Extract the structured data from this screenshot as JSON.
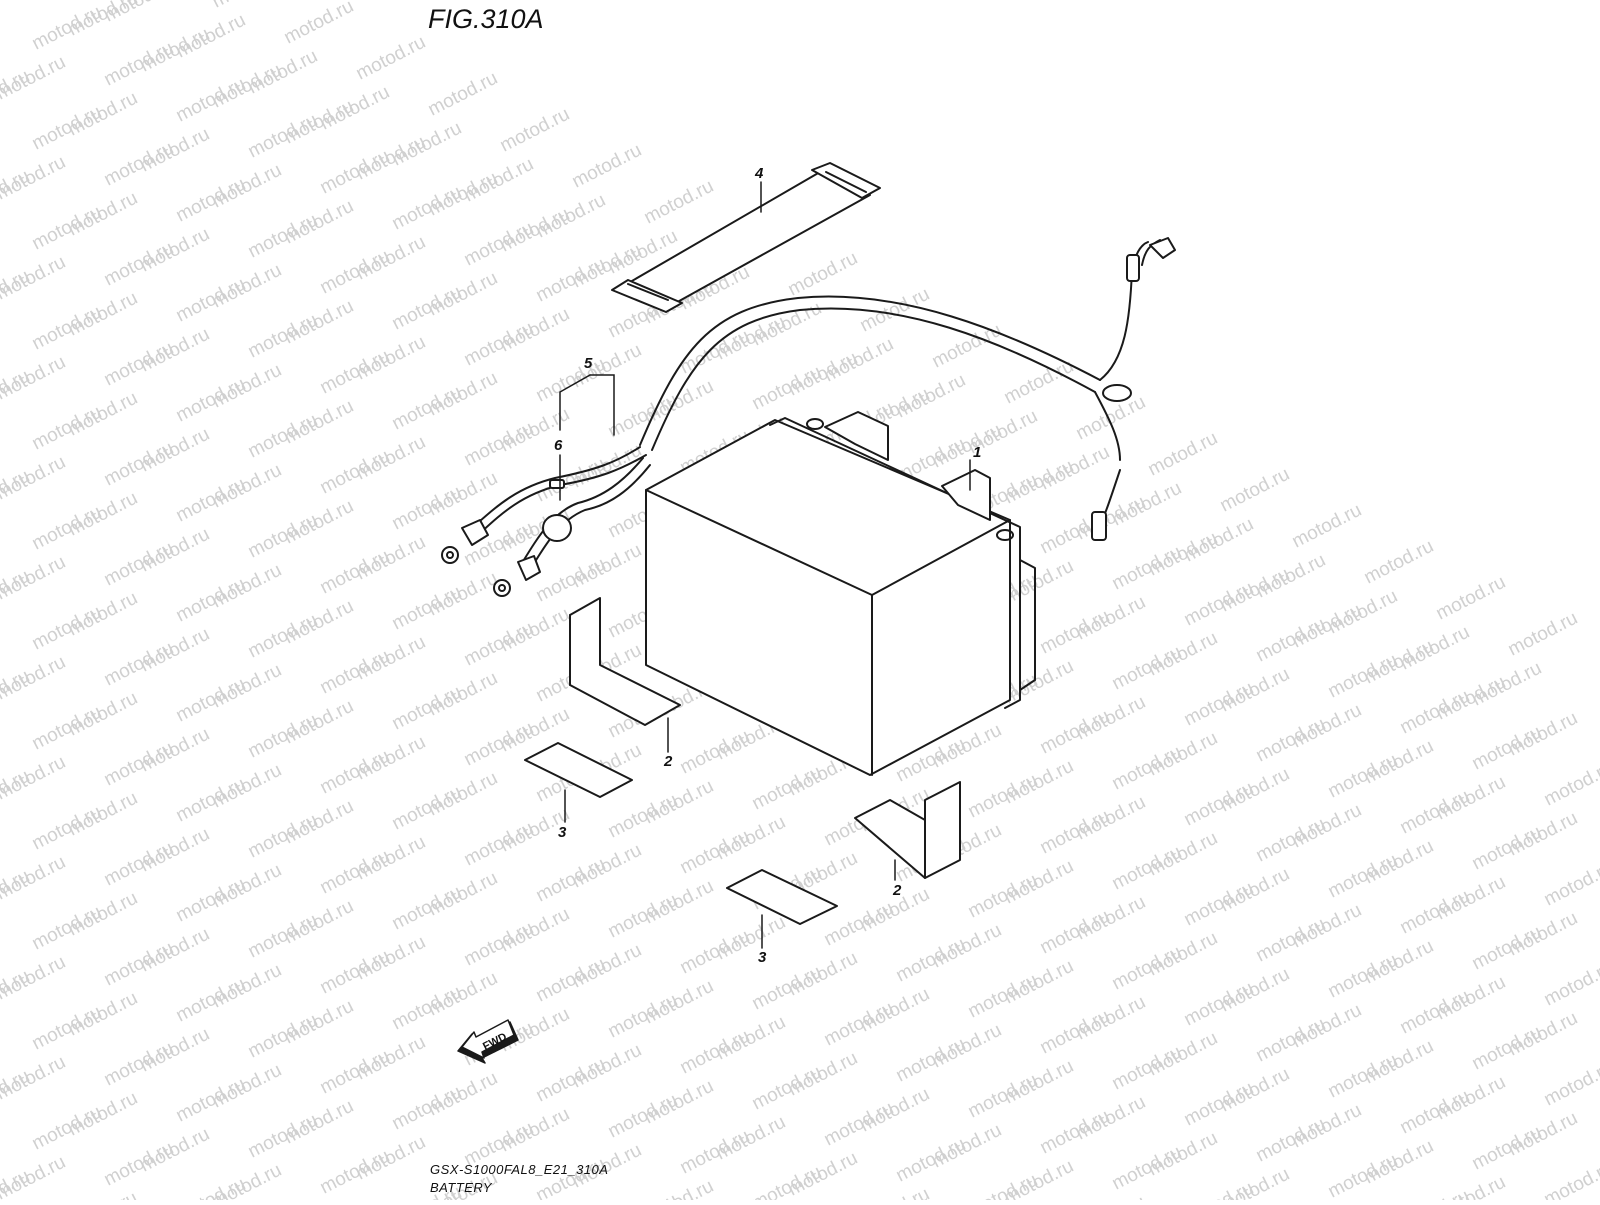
{
  "figure": {
    "title": "FIG.310A",
    "code": "GSX-S1000FAL8_E21_310A",
    "name": "BATTERY"
  },
  "watermark": {
    "text": "motod.ru"
  },
  "direction_arrow": {
    "label": "FWD"
  },
  "callouts": [
    {
      "id": "callout-1",
      "label": "1"
    },
    {
      "id": "callout-2a",
      "label": "2"
    },
    {
      "id": "callout-2b",
      "label": "2"
    },
    {
      "id": "callout-3a",
      "label": "3"
    },
    {
      "id": "callout-3b",
      "label": "3"
    },
    {
      "id": "callout-4",
      "label": "4"
    },
    {
      "id": "callout-5",
      "label": "5"
    },
    {
      "id": "callout-6",
      "label": "6"
    }
  ]
}
